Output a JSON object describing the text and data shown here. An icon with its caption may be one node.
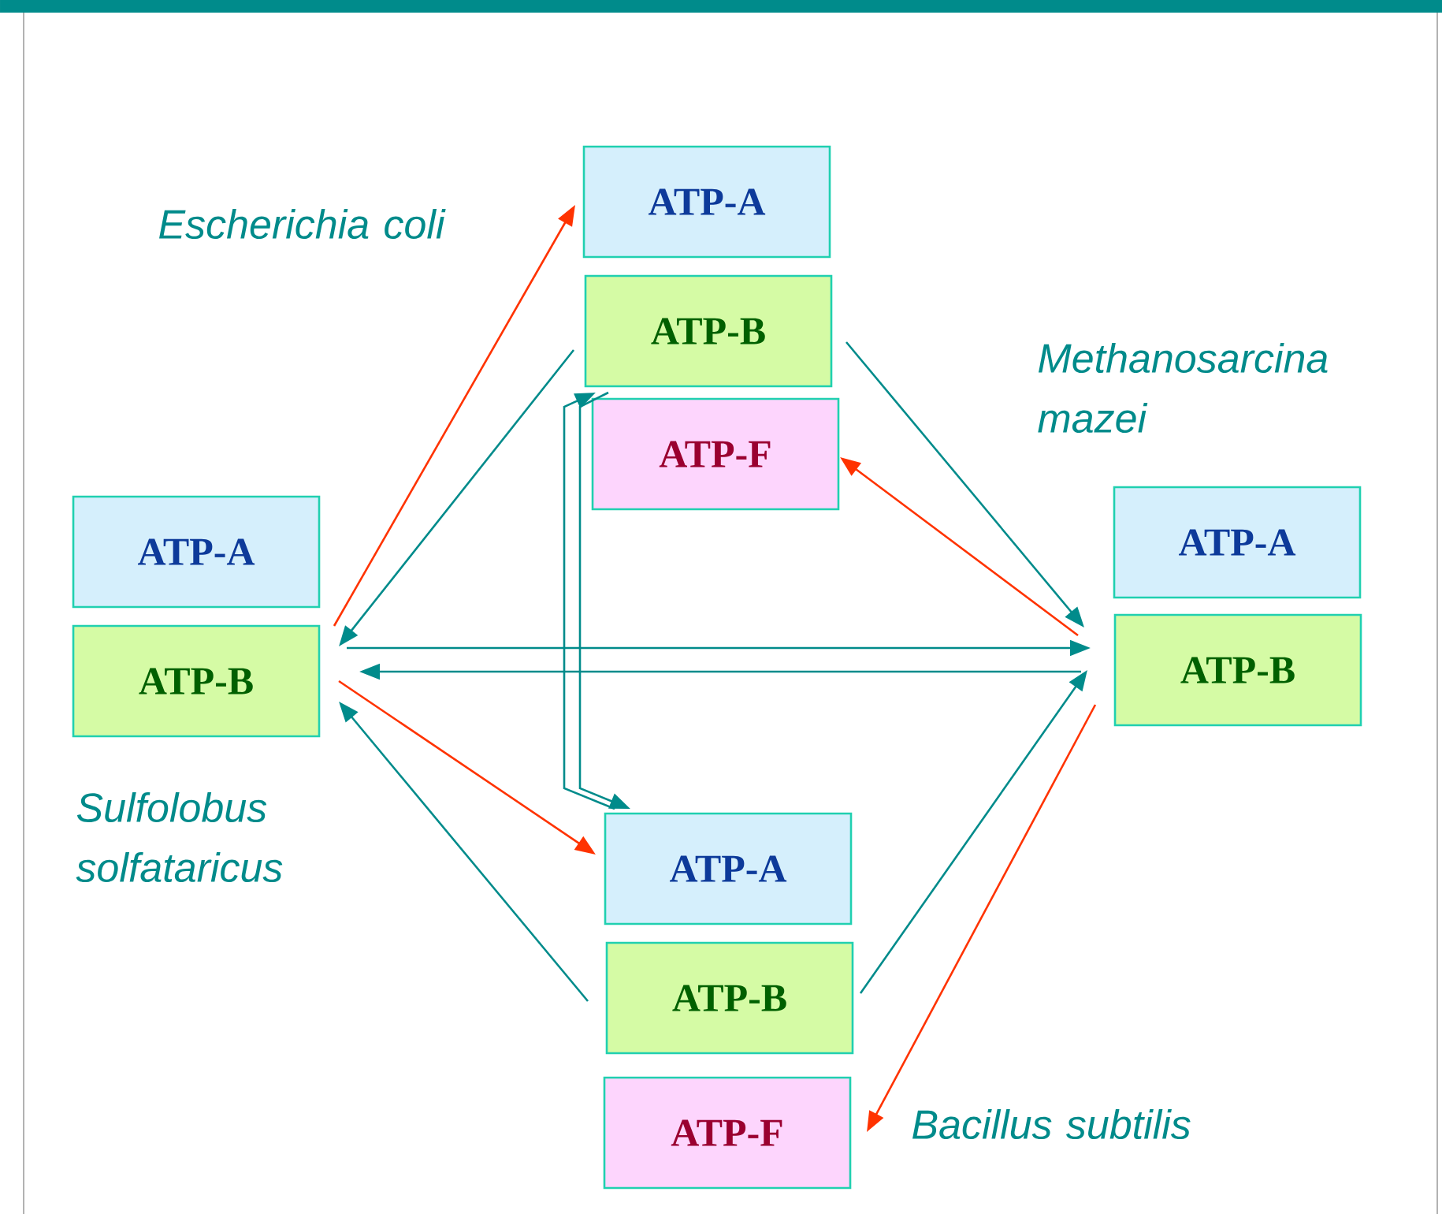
{
  "diagram": {
    "nodes": [
      {
        "text": [
          "ATP-A"
        ]
      },
      {
        "text": [
          "ATP-B"
        ]
      },
      {
        "text": [
          "ATP-F"
        ]
      },
      {
        "text": [
          "ATP-A"
        ]
      },
      {
        "text": [
          "ATP-B"
        ]
      },
      {
        "text": [
          "ATP-A"
        ]
      },
      {
        "text": [
          "ATP-B"
        ]
      },
      {
        "text": [
          "ATP-A"
        ]
      },
      {
        "text": [
          "ATP-B"
        ]
      },
      {
        "text": [
          "ATP-F"
        ]
      }
    ],
    "edges": [
      {
        "from": 4,
        "to": 0,
        "arrow": "to",
        "color": "#ff3300"
      },
      {
        "from": 1,
        "to": 4,
        "arrow": "to"
      },
      {
        "from": 4,
        "to": 6,
        "arrow": "to"
      },
      {
        "from": 6,
        "to": 4,
        "arrow": "to"
      },
      {
        "from": 4,
        "to": 7,
        "arrow": "to",
        "color": "#ff3300"
      },
      {
        "from": 8,
        "to": 4,
        "arrow": "to"
      },
      {
        "from": 1,
        "to": 6,
        "arrow": "to"
      },
      {
        "from": 6,
        "to": 2,
        "arrow": "to",
        "color": "#ff3300"
      },
      {
        "from": 8,
        "to": 6,
        "arrow": "to"
      },
      {
        "from": 6,
        "to": 9,
        "arrow": "to",
        "color": "#ff3300"
      },
      {
        "from": 1,
        "to": 7,
        "arrow": "to"
      },
      {
        "from": 7,
        "to": 1,
        "arrow": "to"
      }
    ],
    "labels": [
      "Escherichia coli",
      "Methanosarcina mazei",
      "Sulfolobus solfataricus",
      "Bacillus subtilis"
    ]
  }
}
